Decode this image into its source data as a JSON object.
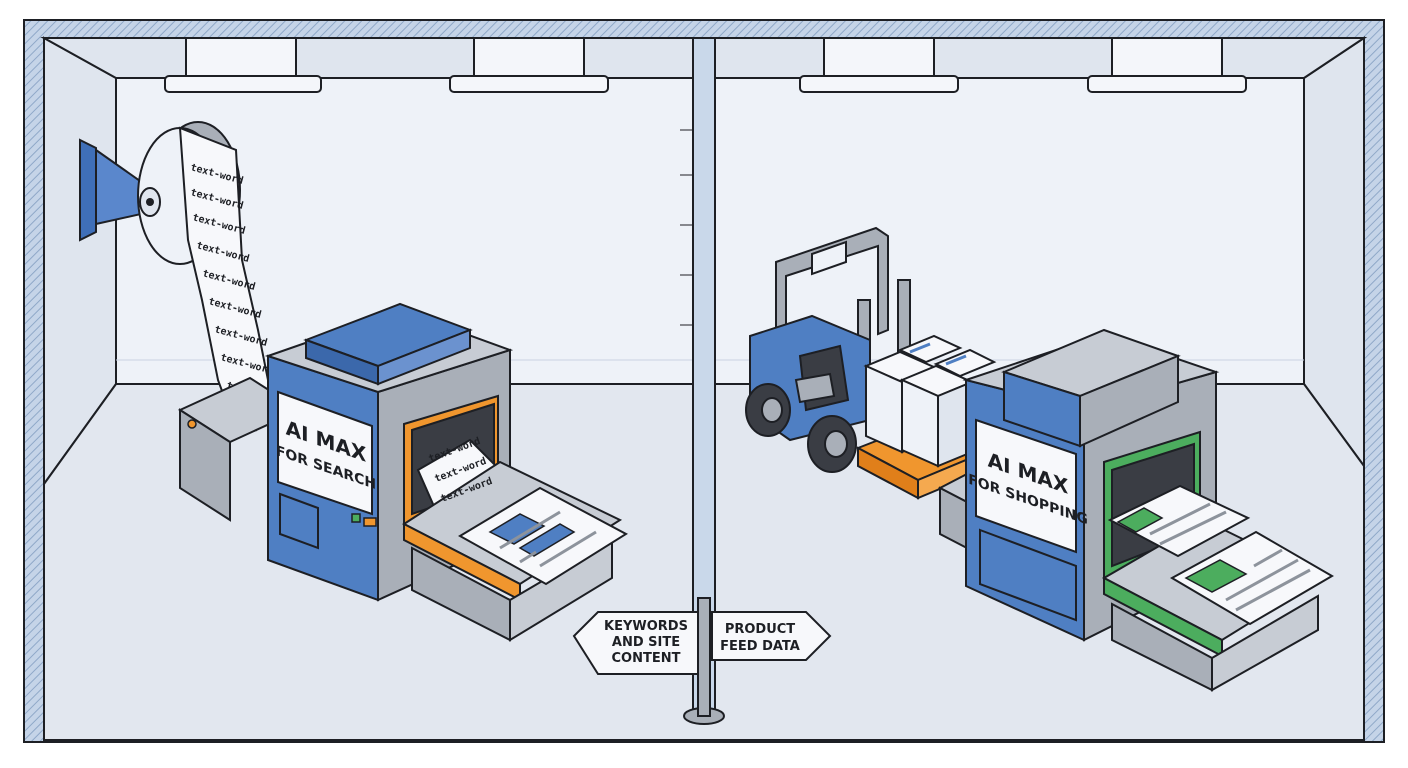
{
  "machines": {
    "search": {
      "line1": "AI MAX",
      "line2": "FOR SEARCH"
    },
    "shopping": {
      "line1": "AI MAX",
      "line2": "FOR SHOPPING"
    }
  },
  "signpost": {
    "left_line1": "KEYWORDS",
    "left_line2": "AND SITE",
    "left_line3": "CONTENT",
    "right_line1": "PRODUCT",
    "right_line2": "FEED DATA"
  },
  "tape_text": "text-word",
  "colors": {
    "blue": "#4f7fc3",
    "orange": "#f0962e",
    "green": "#4cad5e",
    "grey": "#a9afb8",
    "outline": "#1d1f24",
    "wall": "#edf1f7",
    "floor": "#dfe5ee"
  }
}
